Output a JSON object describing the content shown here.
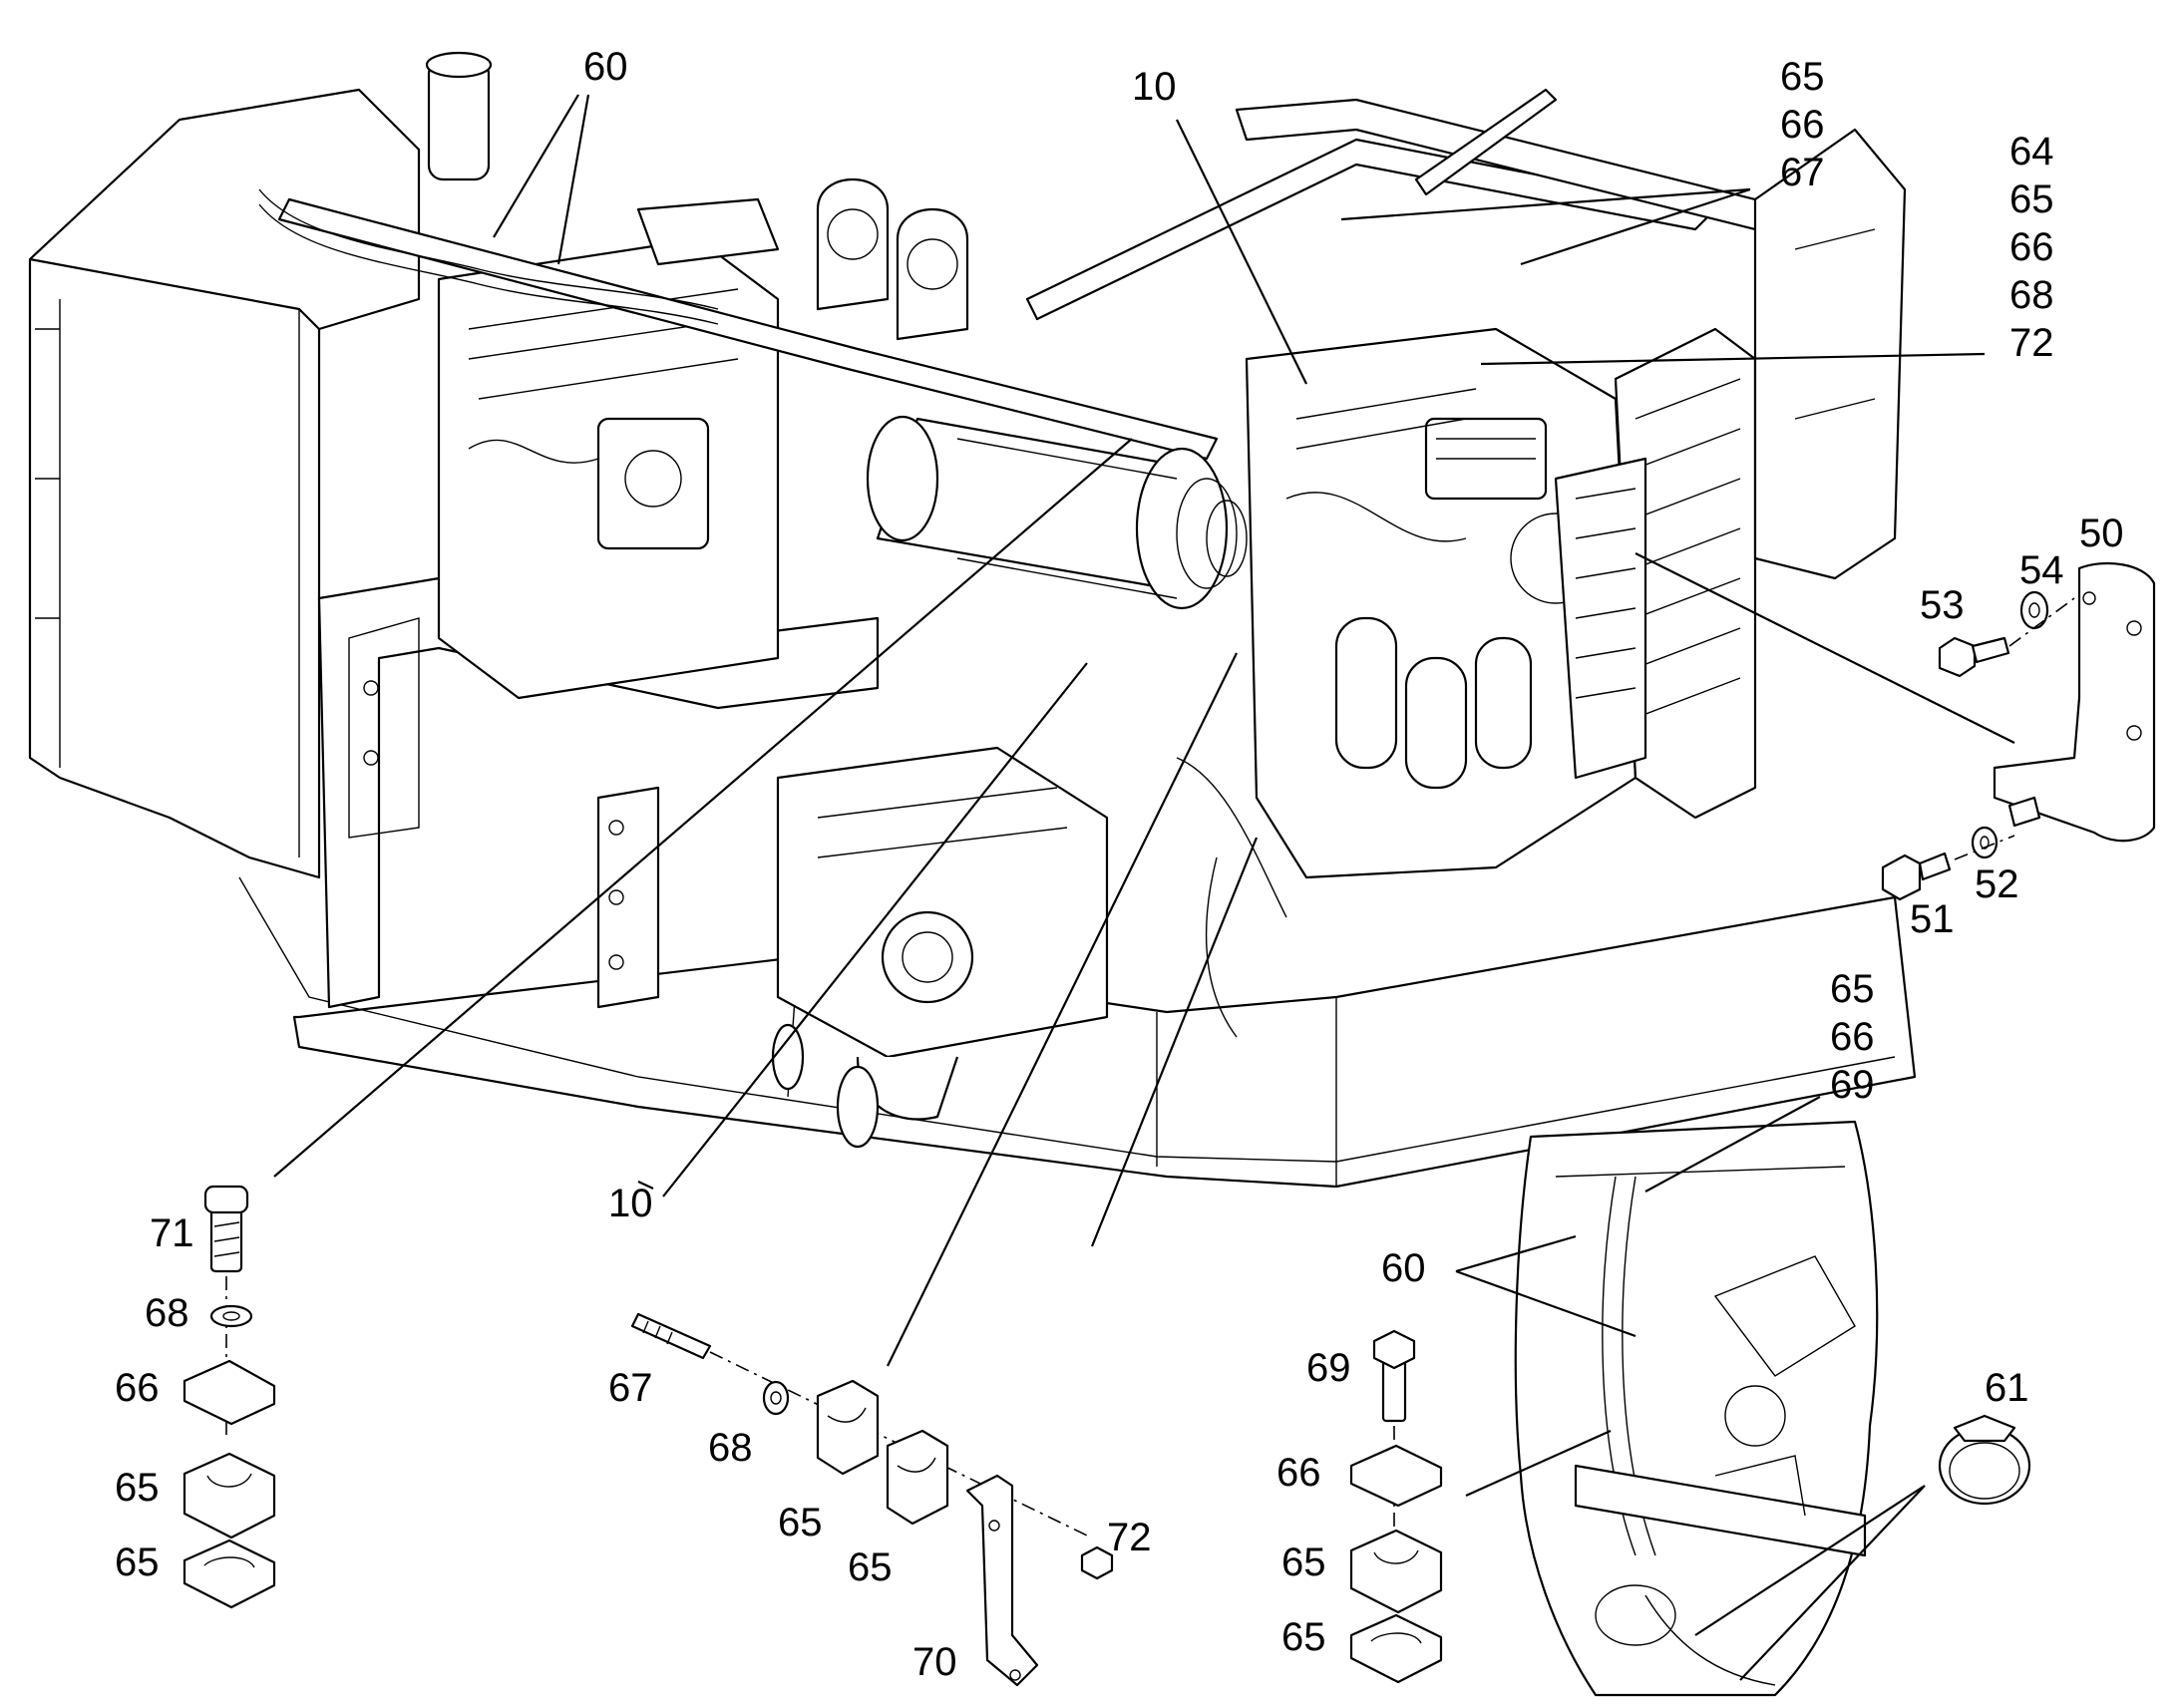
{
  "diagram": {
    "callouts": [
      {
        "id": "c60a",
        "lines": [
          "60"
        ]
      },
      {
        "id": "c10a",
        "lines": [
          "10"
        ]
      },
      {
        "id": "c656667a",
        "lines": [
          "65",
          "66",
          "67"
        ]
      },
      {
        "id": "c6465666872",
        "lines": [
          "64",
          "65",
          "66",
          "68",
          "72"
        ]
      },
      {
        "id": "c50",
        "lines": [
          "50"
        ]
      },
      {
        "id": "c54",
        "lines": [
          "54"
        ]
      },
      {
        "id": "c53",
        "lines": [
          "53"
        ]
      },
      {
        "id": "c52",
        "lines": [
          "52"
        ]
      },
      {
        "id": "c51",
        "lines": [
          "51"
        ]
      },
      {
        "id": "c656669",
        "lines": [
          "65",
          "66",
          "69"
        ]
      },
      {
        "id": "c10b",
        "lines": [
          "10"
        ]
      },
      {
        "id": "c71",
        "lines": [
          "71"
        ]
      },
      {
        "id": "c68a",
        "lines": [
          "68"
        ]
      },
      {
        "id": "c66a",
        "lines": [
          "66"
        ]
      },
      {
        "id": "c65a",
        "lines": [
          "65"
        ]
      },
      {
        "id": "c65b",
        "lines": [
          "65"
        ]
      },
      {
        "id": "c67",
        "lines": [
          "67"
        ]
      },
      {
        "id": "c68b",
        "lines": [
          "68"
        ]
      },
      {
        "id": "c65c",
        "lines": [
          "65"
        ]
      },
      {
        "id": "c65d",
        "lines": [
          "65"
        ]
      },
      {
        "id": "c72",
        "lines": [
          "72"
        ]
      },
      {
        "id": "c70",
        "lines": [
          "70"
        ]
      },
      {
        "id": "c60b",
        "lines": [
          "60"
        ]
      },
      {
        "id": "c69",
        "lines": [
          "69"
        ]
      },
      {
        "id": "c66b",
        "lines": [
          "66"
        ]
      },
      {
        "id": "c65e",
        "lines": [
          "65"
        ]
      },
      {
        "id": "c65f",
        "lines": [
          "65"
        ]
      },
      {
        "id": "c61",
        "lines": [
          "61"
        ]
      }
    ]
  }
}
